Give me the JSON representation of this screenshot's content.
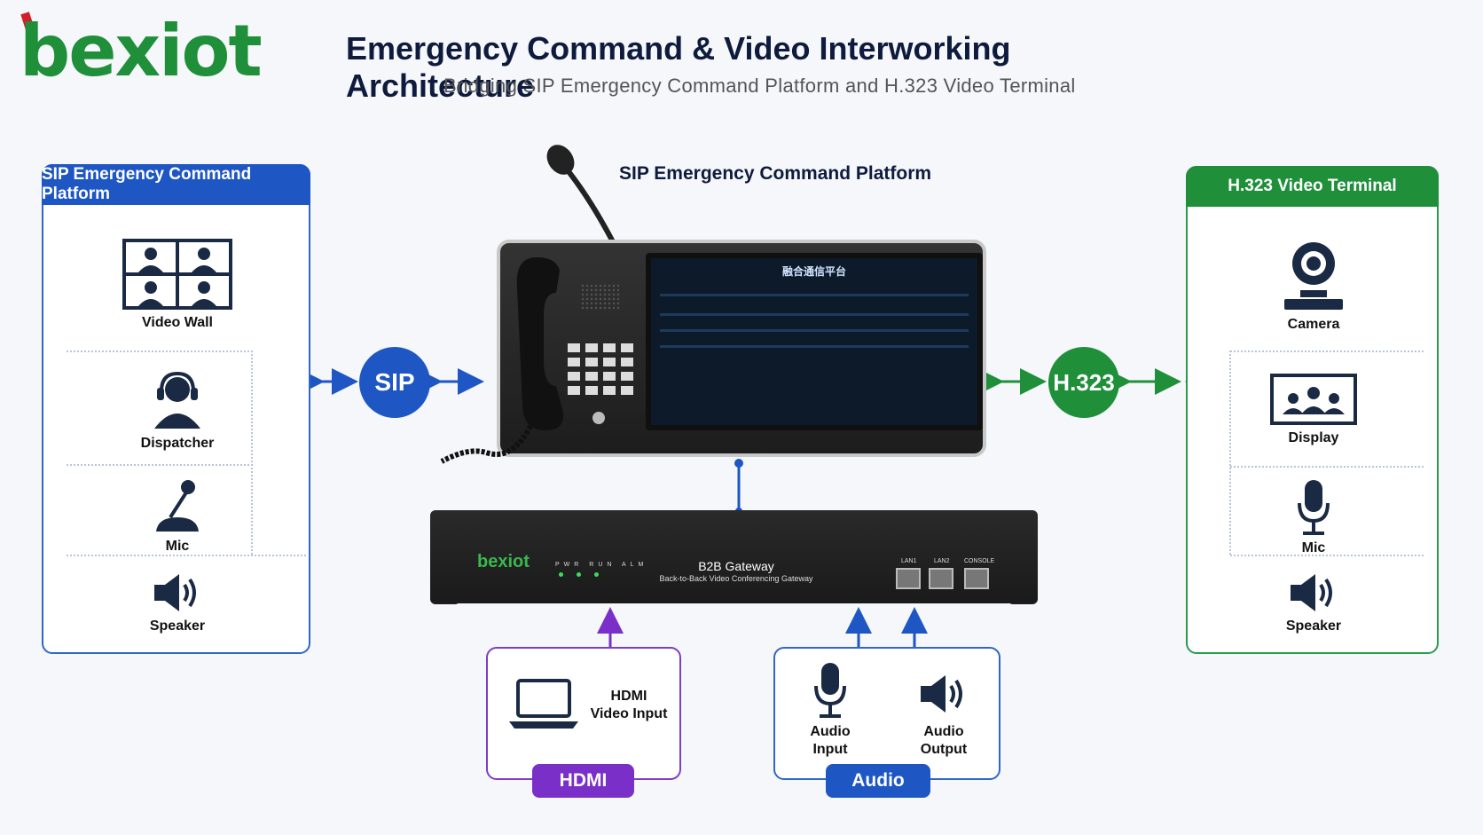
{
  "brand": {
    "logo_text": "bexiot",
    "green": "#1f8f3a",
    "red": "#d0202a"
  },
  "header": {
    "title": "Emergency Command & Video Interworking Architecture",
    "subtitle": "Bridging SIP Emergency Command Platform and H.323 Video Terminal"
  },
  "left_panel": {
    "title": "SIP Emergency Command Platform",
    "color": "#1e56c4",
    "items": [
      {
        "label": "Video Wall",
        "icon": "video-wall-icon"
      },
      {
        "label": "Dispatcher",
        "icon": "headset-user-icon"
      },
      {
        "label": "Mic",
        "icon": "desk-mic-icon"
      },
      {
        "label": "Speaker",
        "icon": "speaker-icon"
      }
    ]
  },
  "right_panel": {
    "title": "H.323 Video Terminal",
    "color": "#1f8f3a",
    "items": [
      {
        "label": "Camera",
        "icon": "camera-icon"
      },
      {
        "label": "Display",
        "icon": "display-icon"
      },
      {
        "label": "Mic",
        "icon": "mic-icon"
      },
      {
        "label": "Speaker",
        "icon": "speaker-icon"
      }
    ]
  },
  "protocols": {
    "left": "SIP",
    "right": "H.323"
  },
  "center": {
    "label": "SIP Emergency Command Platform",
    "screen_title": "融合通信平台",
    "gateway_logo": "bexiot",
    "gateway_name": "B2B Gateway",
    "gateway_desc": "Back-to-Back Video Conferencing Gateway",
    "led_labels": "PWR RUN ALM",
    "ports": [
      "LAN1",
      "LAN2",
      "CONSOLE"
    ]
  },
  "bottom": {
    "hdmi": {
      "text_line1": "HDMI",
      "text_line2": "Video Input",
      "pill": "HDMI",
      "color": "#7a2fc8"
    },
    "audio": {
      "input_line1": "Audio",
      "input_line2": "Input",
      "output_line1": "Audio",
      "output_line2": "Output",
      "pill": "Audio",
      "color": "#1e56c4"
    }
  }
}
